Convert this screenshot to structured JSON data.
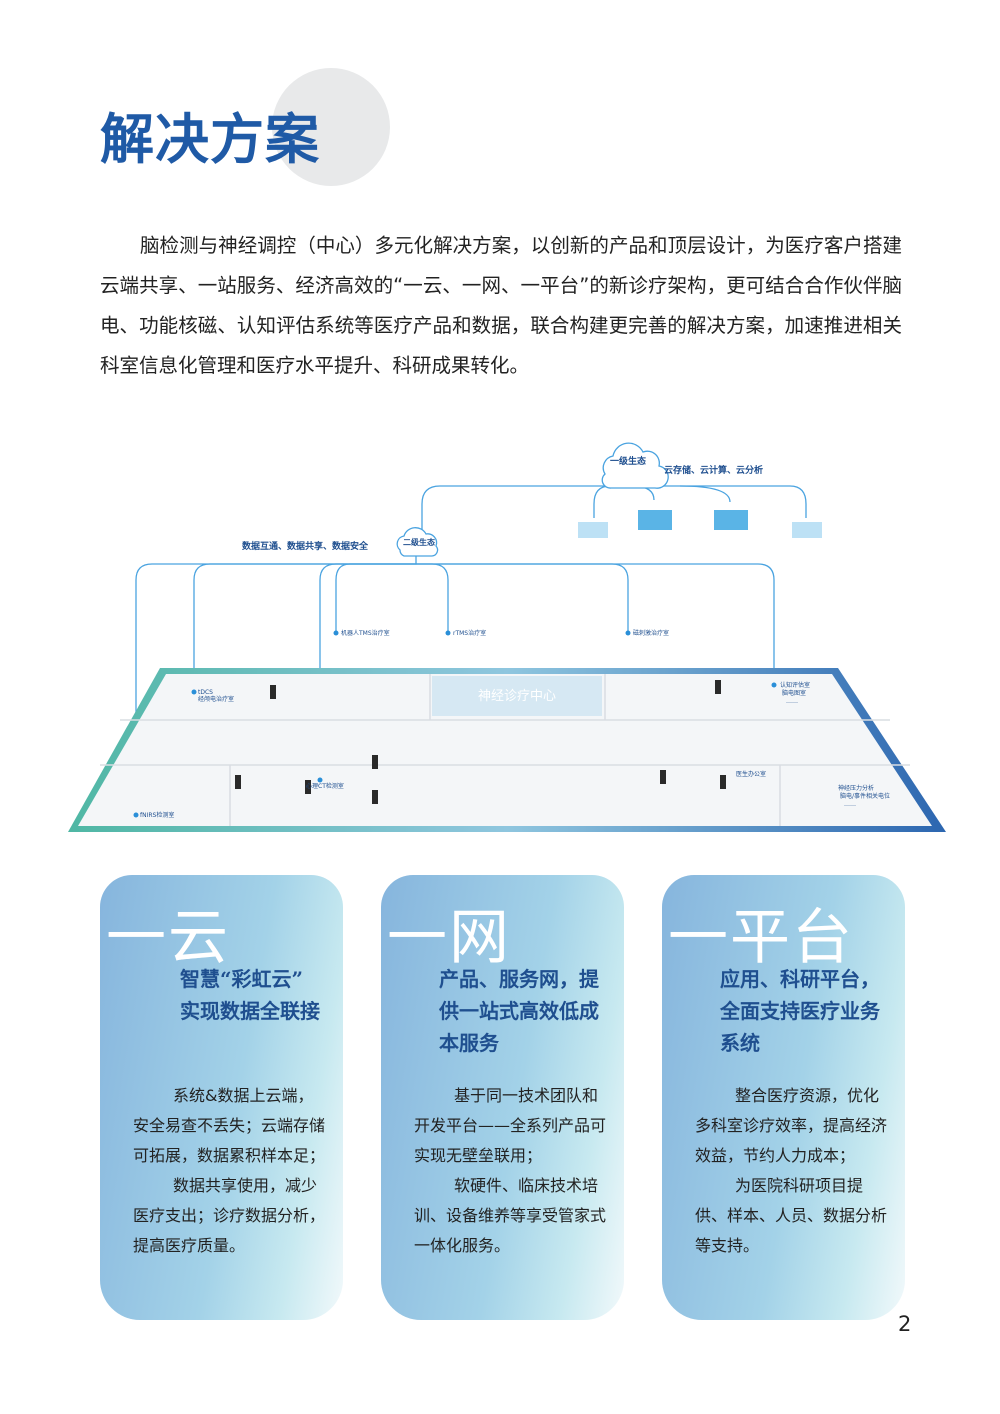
{
  "page": {
    "title": "解决方案",
    "number": "2"
  },
  "intro": "脑检测与神经调控（中心）多元化解决方案，以创新的产品和顶层设计，为医疗客户搭建云端共享、一站服务、经济高效的“一云、一网、一平台”的新诊疗架构，更可结合合作伙伴脑电、功能核磁、认知评估系统等医疗产品和数据，联合构建更完善的解决方案，加速推进相关科室信息化管理和医疗水平提升、科研成果转化。",
  "diagram": {
    "level1": "一级生态",
    "level1_desc": "云存储、云计算、云分析",
    "level2": "二级生态",
    "level2_desc": "数据互通、数据共享、数据安全",
    "center_name": "神经诊疗中心",
    "rooms": [
      "机器人TMS治疗室",
      "rTMS治疗室",
      "磁刺激治疗室",
      "tDCS",
      "经颅电治疗室",
      "心理CT检测室",
      "fNIRS检测室",
      "医生办公室",
      "认知评估室",
      "脑电图室",
      "……",
      "神经压力分析",
      "脑电/事件相关电位",
      "……"
    ]
  },
  "cards": [
    {
      "big": "一云",
      "subtitle": [
        "智慧“彩虹云”",
        "实现数据全联接"
      ],
      "paragraphs": [
        "系统&数据上云端，安全易查不丢失；云端存储可拓展，数据累积样本足；",
        "数据共享使用，减少医疗支出；诊疗数据分析，提高医疗质量。"
      ]
    },
    {
      "big": "一网",
      "subtitle": [
        "产品、服务网，提",
        "供一站式高效低成",
        "本服务"
      ],
      "paragraphs": [
        "基于同一技术团队和开发平台——全系列产品可实现无壁垒联用；",
        "软硬件、临床技术培训、设备维养等享受管家式一体化服务。"
      ]
    },
    {
      "big": "一平台",
      "subtitle": [
        "应用、科研平台，",
        "全面支持医疗业务",
        "系统"
      ],
      "paragraphs": [
        "整合医疗资源，优化多科室诊疗效率，提高经济效益，节约人力成本；",
        "为医院科研项目提供、样本、人员、数据分析等支持。"
      ]
    }
  ],
  "colors": {
    "title": "#1f5aa6",
    "accent": "#2a8fd8",
    "teal": "#4fb7a4",
    "navy": "#1f4f8f"
  }
}
